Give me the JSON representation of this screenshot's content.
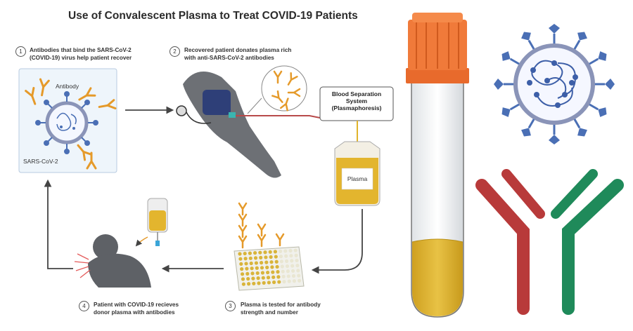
{
  "title": "Use of Convalescent Plasma to Treat COVID-19 Patients",
  "steps": [
    {
      "number": "1",
      "line1": "Antibodies that bind the SARS-CoV-2",
      "line2": "(COVID-19) virus help patient recover"
    },
    {
      "number": "2",
      "line1": "Recovered patient donates plasma rich",
      "line2": "with anti-SARS-CoV-2 antibodies"
    },
    {
      "number": "3",
      "line1": "Plasma is tested for antibody",
      "line2": "strength and number"
    },
    {
      "number": "4",
      "line1": "Patient with COVID-19 recieves",
      "line2": "donor plasma with antibodies"
    }
  ],
  "labels": {
    "antibody": "Antibody",
    "virus": "SARS-CoV-2",
    "separation_line1": "Blood Separation",
    "separation_line2": "System",
    "separation_line3": "(Plasmaphoresis)",
    "plasma_bag": "Plasma"
  },
  "colors": {
    "virus_spike": "#4a6fb5",
    "virus_ring": "#8a94b8",
    "antibody_orange": "#e59a2a",
    "tube_cap": "#f07a3a",
    "plasma_yellow": "#e0b42b",
    "antibody_red": "#b83a3a",
    "antibody_green": "#1f8a5a"
  }
}
